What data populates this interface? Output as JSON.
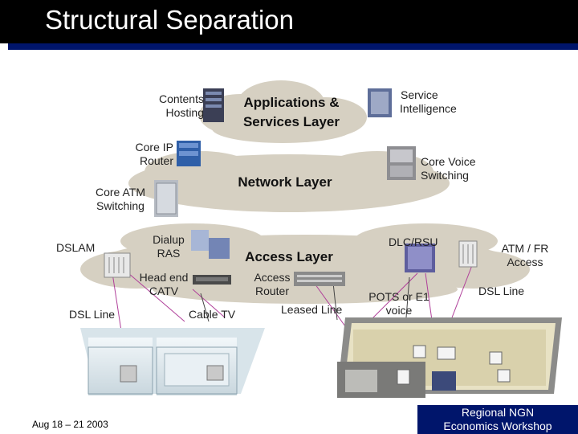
{
  "title": "Structural Separation",
  "layers": {
    "applications": [
      "Applications &",
      "Services Layer"
    ],
    "network": "Network Layer",
    "access": "Access Layer"
  },
  "labels": {
    "contents_hosting": [
      "Contents",
      "Hosting"
    ],
    "service_intelligence": [
      "Service",
      "Intelligence"
    ],
    "core_ip_router": [
      "Core IP",
      "Router"
    ],
    "core_voice_switching": [
      "Core Voice",
      "Switching"
    ],
    "core_atm_switching": [
      "Core ATM",
      "Switching"
    ],
    "dialup_ras": [
      "Dialup",
      "RAS"
    ],
    "dslam": "DSLAM",
    "dlc_rsu": "DLC/RSU",
    "atm_fr_access": [
      "ATM / FR",
      "Access"
    ],
    "head_end_catv": [
      "Head end",
      "CATV"
    ],
    "access_router": [
      "Access",
      "Router"
    ],
    "leased_line": "Leased Line",
    "pots_or_e1_voice": [
      "POTS or E1",
      "voice"
    ],
    "dsl_line_right": "DSL Line",
    "dsl_line_left": "DSL Line",
    "cable_tv": "Cable TV"
  },
  "footer": {
    "date": "Aug 18 – 21 2003",
    "workshop": [
      "Regional NGN",
      "Economics Workshop"
    ]
  },
  "colors": {
    "title_bar": "#000000",
    "accent_bar": "#00156b",
    "cloud": "#d6d0c2",
    "cloud_edge": "#c0b8a6",
    "link_line": "#b0409a"
  }
}
